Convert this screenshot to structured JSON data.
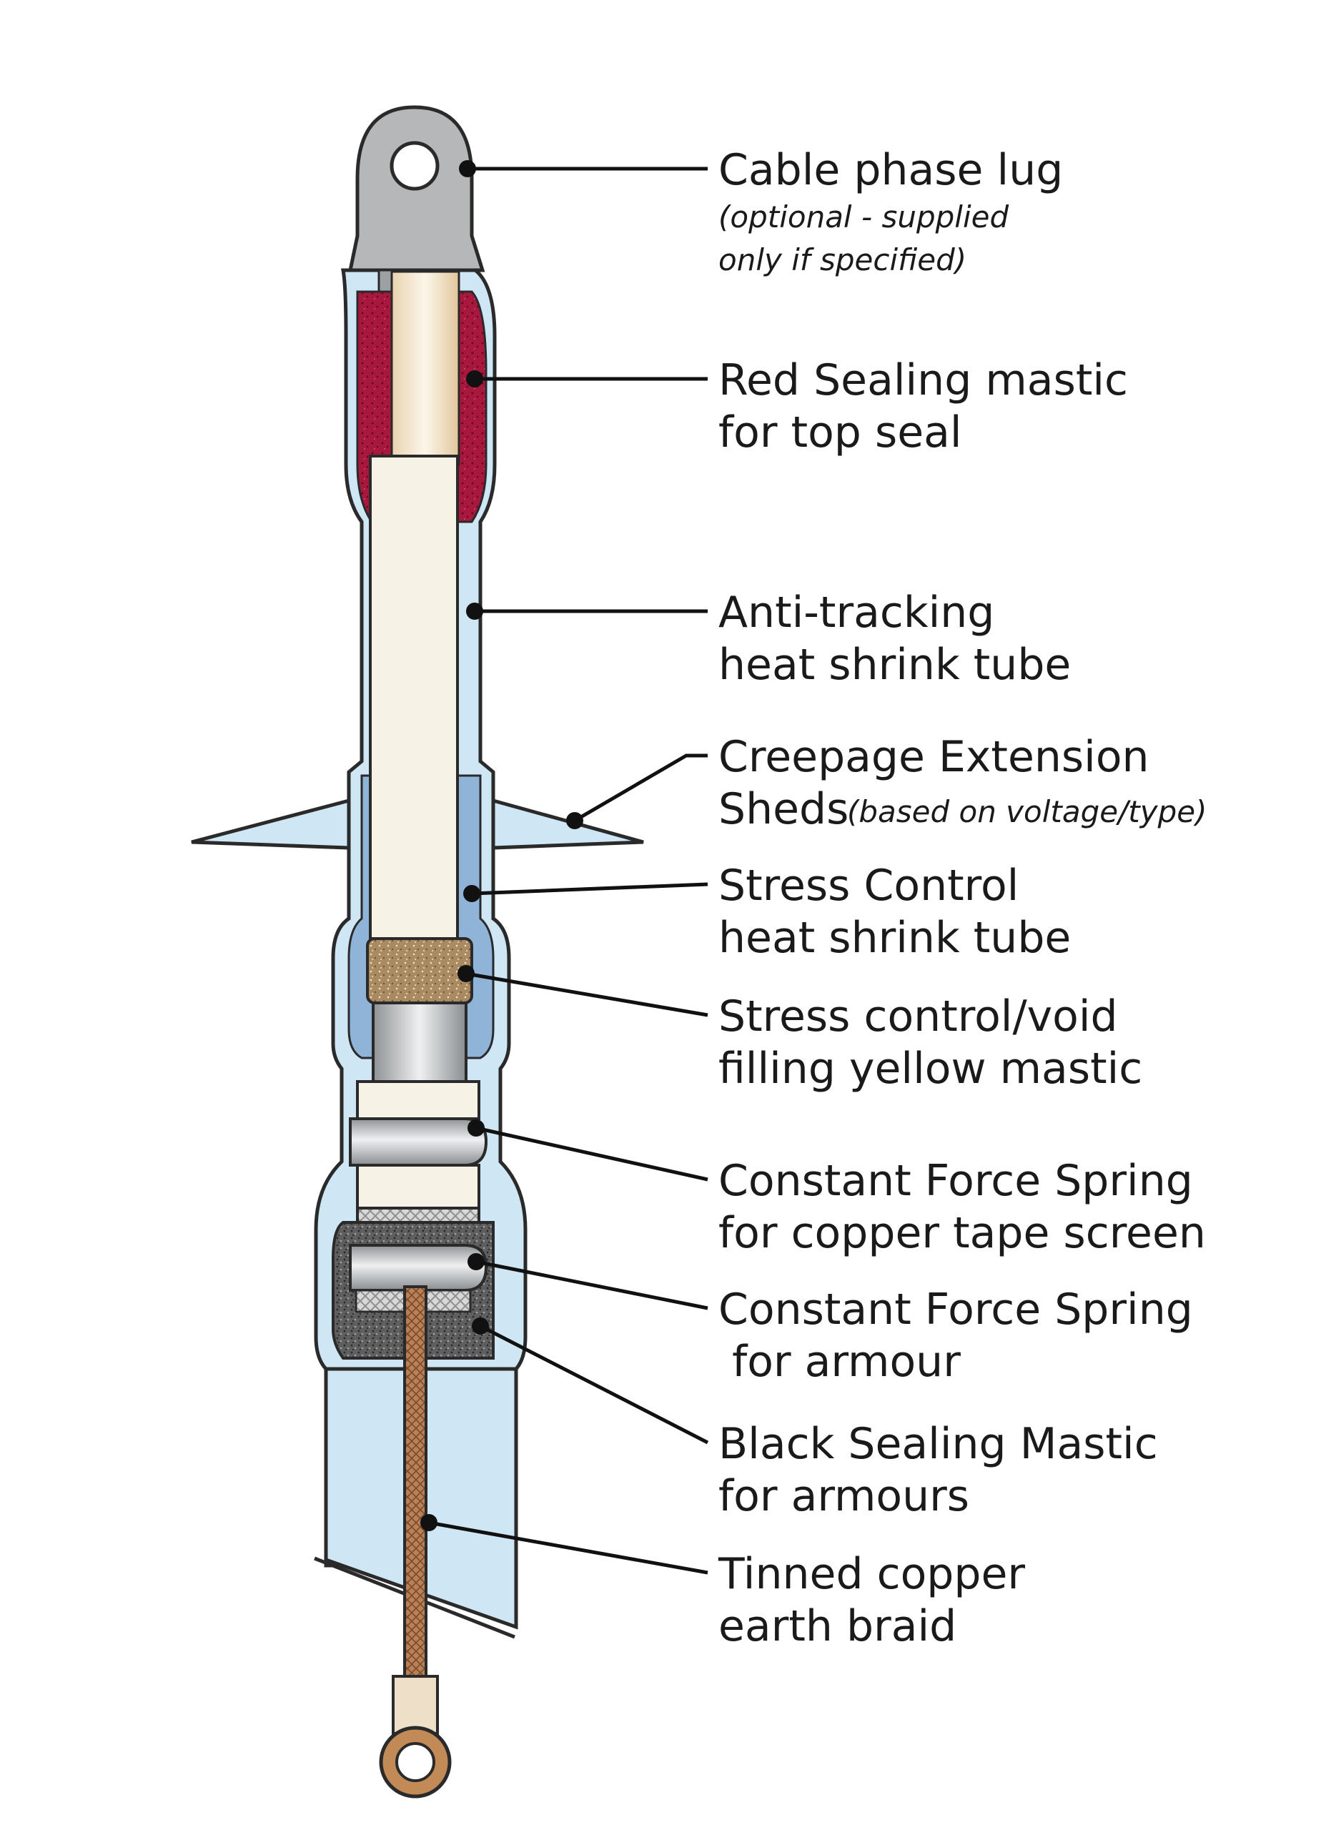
{
  "colors": {
    "heatshrink": "#cfe6f5",
    "red_mastic": "#a8183e",
    "yellow_mastic": "#a98a62",
    "black_mastic": "#5f5f5f",
    "spring_metal": "#bdbdbd",
    "braid": "#b98157",
    "lug": "#b5b7b9",
    "insulation": "#f6f3e6"
  },
  "labels": {
    "cable_lug": {
      "title": "Cable phase lug",
      "note_1": "(optional - supplied",
      "note_2": "only if specified)"
    },
    "red_mastic": {
      "line_1": "Red Sealing mastic",
      "line_2": "for top seal"
    },
    "anti_tracking": {
      "line_1": "Anti-tracking",
      "line_2": "heat shrink tube"
    },
    "sheds": {
      "line_1": "Creepage Extension",
      "line_2": "Sheds",
      "note": "(based on voltage/type)"
    },
    "stress_control": {
      "line_1": "Stress Control",
      "line_2": "heat shrink tube"
    },
    "yellow_mastic": {
      "line_1": "Stress control/void",
      "line_2": "filling yellow mastic"
    },
    "spring_tape": {
      "line_1": "Constant Force Spring",
      "line_2": "for copper tape screen"
    },
    "spring_armour": {
      "line_1": "Constant Force Spring",
      "line_2": " for armour"
    },
    "black_mastic": {
      "line_1": "Black Sealing Mastic",
      "line_2": "for armours"
    },
    "earth_braid": {
      "line_1": "Tinned copper",
      "line_2": "earth braid"
    }
  }
}
